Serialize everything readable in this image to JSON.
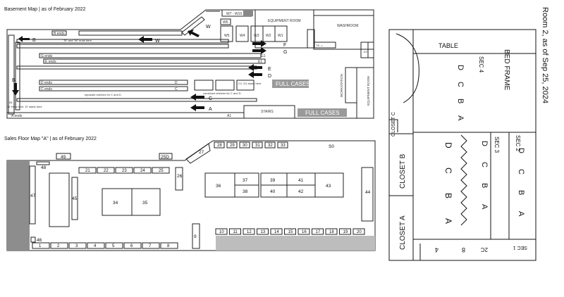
{
  "basement": {
    "title": "Basement Map | as of February 2022",
    "rooms": {
      "equipment": "EQUIPMENT ROOM",
      "washroom": "WASHROOM",
      "workstation": "WORKSTATION",
      "equipment_side": "EQUIPMENT ROOM",
      "stairs": "STAIRS"
    },
    "top_labels": {
      "w7": "W7 - W10",
      "w6": "W6",
      "b_ends": "B ends",
      "bw_note": "\"B\" and \"W\" ends here",
      "ts": "TS ->",
      "e2": "E2"
    },
    "aisles": [
      "W5",
      "W4",
      "W3",
      "W2",
      "W1"
    ],
    "shelf_labels": {
      "g_ends": "G ends",
      "e_ends": "E ends",
      "g1": "G1",
      "e1": "E1",
      "d_ends": "D ends",
      "c_ends": "C ends",
      "d": "D",
      "c": "C",
      "sep_note": "separate shelves for C and D",
      "combined_note": "combined shelves for C and D",
      "c1d1": "C1, D1 starts here",
      "a_ends": "A ends",
      "a1": "A1",
      "n_note": "'N' ends here, 'B' starts here",
      "b1": "B1"
    },
    "arrows": [
      "B",
      "W",
      "W",
      "B",
      "G",
      "F",
      "E",
      "D",
      "C",
      "A"
    ],
    "full_cases": [
      "FULL CASES",
      "FULL CASES"
    ]
  },
  "sales": {
    "title": "Sales Floor Map \"A\" | as of February 2022",
    "top_shelves": [
      "28",
      "29",
      "30",
      "31",
      "32",
      "33"
    ],
    "s0": "S0",
    "inner_top": [
      "21",
      "22",
      "23",
      "24",
      "25"
    ],
    "misc": {
      "n27": "27",
      "n26": "26",
      "n25d": "25D",
      "n49": "49",
      "n48": "48",
      "n47": "47",
      "n45": "45",
      "n46": "46",
      "n34": "34",
      "n35": "35",
      "n36": "36",
      "n37": "37",
      "n38": "38",
      "n39": "39",
      "n40": "40",
      "n41": "41",
      "n42": "42",
      "n43": "43",
      "n44": "44",
      "n9": "9"
    },
    "bottom_row": [
      "1",
      "2",
      "3",
      "4",
      "5",
      "6",
      "7",
      "8"
    ],
    "mid_row": [
      "10",
      "11",
      "12",
      "13",
      "14",
      "15",
      "16",
      "17",
      "18",
      "19",
      "20"
    ]
  },
  "sketch": {
    "title": "Room 2, as of Sep 25, 2024",
    "table": "TABLE",
    "sec4": "SEC 4",
    "sec4_letters": [
      "D",
      "C",
      "B",
      "A"
    ],
    "bed_frame": "BED FRAME",
    "closet_c": "CLOSET C",
    "closet_b": "CLOSET B",
    "closet_a": "CLOSET A",
    "sec3": "SEC 3",
    "sec2": "SEC 2",
    "mid_letters": [
      "D",
      "C",
      "B",
      "A"
    ],
    "sec3_letters": [
      "D",
      "C",
      "B",
      "A"
    ],
    "sec2_letters": [
      "D",
      "C",
      "B",
      "A"
    ],
    "bottom": [
      "4",
      "8",
      "2C",
      "SEC 1"
    ]
  }
}
